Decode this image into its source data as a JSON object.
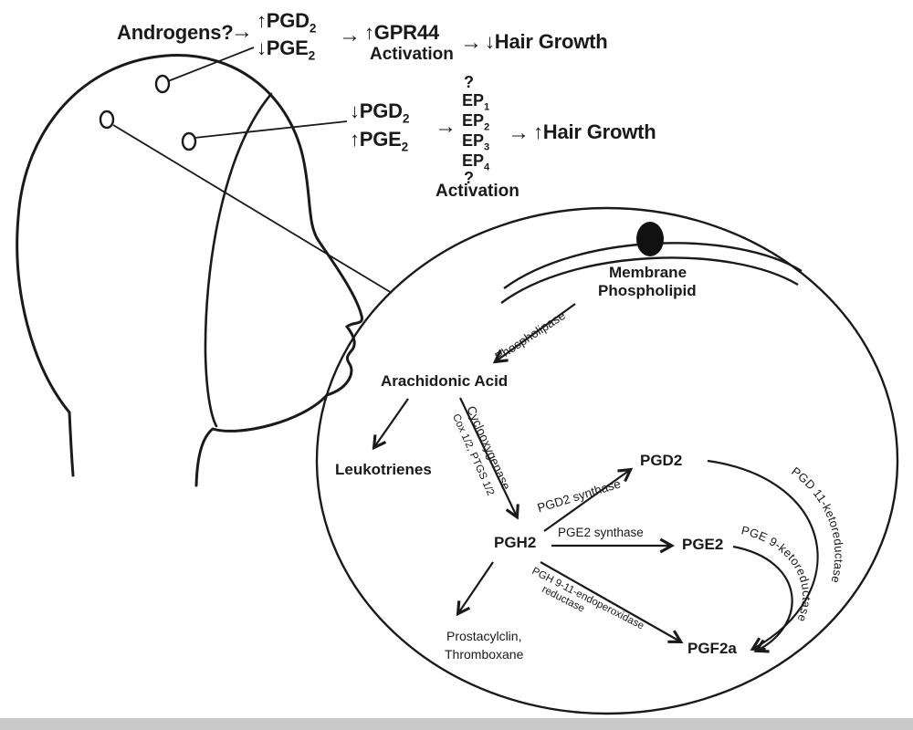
{
  "pathway_top": {
    "androgens_label": "Androgens?",
    "arrow_right": "→",
    "pgd_up": {
      "pre": "↑PGD",
      "sub": "2"
    },
    "pge_down": {
      "pre": "↓PGE",
      "sub": "2"
    },
    "gpr44_label": "↑GPR44",
    "activation_label": "Activation",
    "result_label": "↓Hair Growth"
  },
  "pathway_middle": {
    "pgd_down": {
      "pre": "↓PGD",
      "sub": "2"
    },
    "pge_up": {
      "pre": "↑PGE",
      "sub": "2"
    },
    "arrow_right": "→",
    "receptors": [
      {
        "pre": "?",
        "sub": ""
      },
      {
        "pre": "EP",
        "sub": "1"
      },
      {
        "pre": "EP",
        "sub": "2"
      },
      {
        "pre": "EP",
        "sub": "3"
      },
      {
        "pre": "EP",
        "sub": "4"
      },
      {
        "pre": "?",
        "sub": ""
      }
    ],
    "activation_label": "Activation",
    "result_label": "↑Hair Growth"
  },
  "cell": {
    "membrane": {
      "line1": "Membrane",
      "line2": "Phospholipid"
    },
    "phospholipase_label": "Phospholipase",
    "arachidonic_acid_label": "Arachidonic Acid",
    "leukotrienes_label": "Leukotrienes",
    "cyclooxygenase": {
      "line1": "Cyclooxygenase",
      "line2": "Cox 1/2, PTGS 1/2"
    },
    "pgh2_label": "PGH2",
    "pgd2_synthase_label": "PGD2 synthase",
    "pgd2_label": "PGD2",
    "pge2_synthase_label": "PGE2 synthase",
    "pge2_label": "PGE2",
    "endoperoxidase": {
      "line1": "PGH 9-11-endoperoxidase",
      "line2": "reductase"
    },
    "prostacyclin": {
      "line1": "Prostacylclin,",
      "line2": "Thromboxane"
    },
    "pgf2a_label": "PGF2a",
    "pgd_ketoreductase_label": "PGD 11-ketoreductase",
    "pge_ketoreductase_label": "PGE 9-ketoreductase"
  },
  "colors": {
    "ink": "#1a1a1a",
    "background": "#ffffff",
    "bottom_bar": "#c9c9c9"
  }
}
